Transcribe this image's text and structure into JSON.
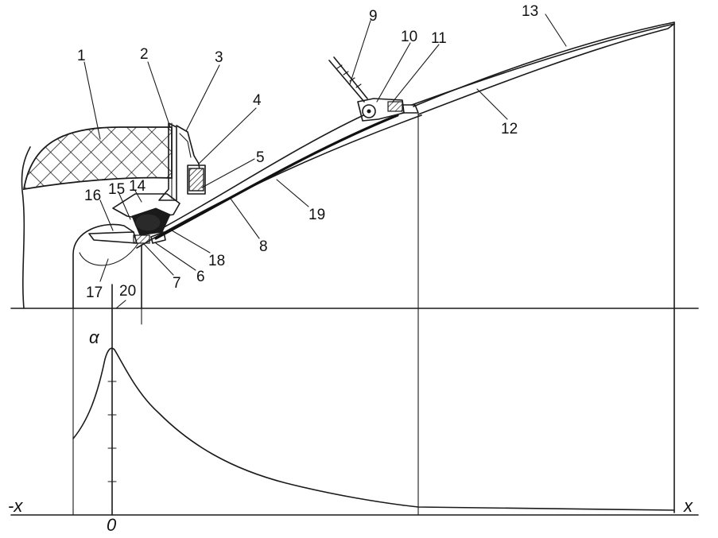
{
  "labels": {
    "l1": "1",
    "l2": "2",
    "l3": "3",
    "l4": "4",
    "l5": "5",
    "l6": "6",
    "l7": "7",
    "l8": "8",
    "l9": "9",
    "l10": "10",
    "l11": "11",
    "l12": "12",
    "l13": "13",
    "l14": "14",
    "l15": "15",
    "l16": "16",
    "l17": "17",
    "l18": "18",
    "l19": "19",
    "l20": "20"
  },
  "axis": {
    "x_neg": "-x",
    "x_pos": "x",
    "origin": "0",
    "y_label": "α"
  },
  "colors": {
    "ink": "#1a1a1a",
    "background": "#ffffff"
  }
}
